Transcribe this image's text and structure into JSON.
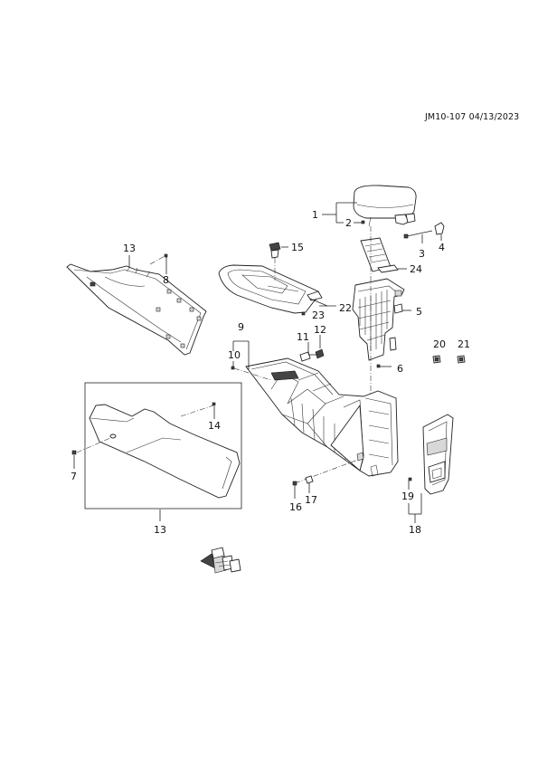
{
  "header": {
    "code": "JM10-107 04/13/2023"
  },
  "callouts": [
    {
      "id": "c1",
      "text": "1"
    },
    {
      "id": "c2",
      "text": "2"
    },
    {
      "id": "c3",
      "text": "3"
    },
    {
      "id": "c4",
      "text": "4"
    },
    {
      "id": "c5",
      "text": "5"
    },
    {
      "id": "c6",
      "text": "6"
    },
    {
      "id": "c7",
      "text": "7"
    },
    {
      "id": "c8",
      "text": "8"
    },
    {
      "id": "c9",
      "text": "9"
    },
    {
      "id": "c10",
      "text": "10"
    },
    {
      "id": "c11",
      "text": "11"
    },
    {
      "id": "c12",
      "text": "12"
    },
    {
      "id": "c13a",
      "text": "13"
    },
    {
      "id": "c13b",
      "text": "13"
    },
    {
      "id": "c14",
      "text": "14"
    },
    {
      "id": "c15",
      "text": "15"
    },
    {
      "id": "c16",
      "text": "16"
    },
    {
      "id": "c17",
      "text": "17"
    },
    {
      "id": "c18",
      "text": "18"
    },
    {
      "id": "c19",
      "text": "19"
    },
    {
      "id": "c20",
      "text": "20"
    },
    {
      "id": "c21",
      "text": "21"
    },
    {
      "id": "c22",
      "text": "22"
    },
    {
      "id": "c23",
      "text": "23"
    },
    {
      "id": "c24",
      "text": "24"
    }
  ],
  "icons": {
    "vehicle_orientation": "front-arrow-icon"
  }
}
